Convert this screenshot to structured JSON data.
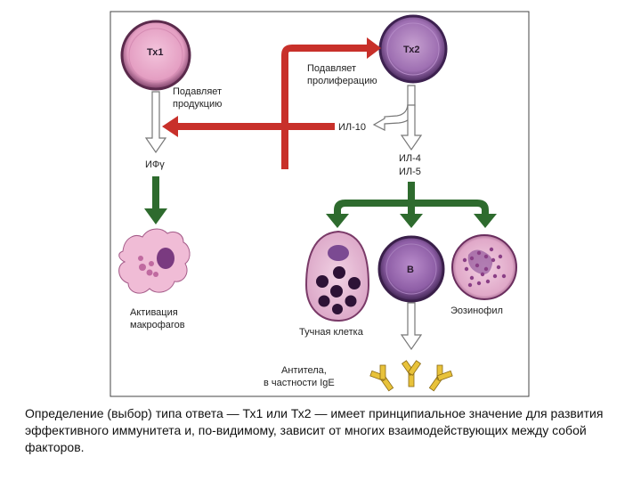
{
  "diagram": {
    "th1": {
      "label": "Тх1"
    },
    "th2": {
      "label": "Тх2"
    },
    "suppress_production": [
      "Подавляет",
      "продукцию"
    ],
    "suppress_proliferation": [
      "Подавляет",
      "пролиферацию"
    ],
    "il10": "ИЛ-10",
    "ifn_gamma": "ИФγ",
    "il4": "ИЛ-4",
    "il5": "ИЛ-5",
    "macrophage_activation": [
      "Активация",
      "макрофагов"
    ],
    "mast_cell": "Тучная клетка",
    "b_cell": "В",
    "eosinophil": "Эозинофил",
    "antibodies": [
      "Антитела,",
      "в частности IgE"
    ],
    "colors": {
      "inhibit_arrow": "#c8302a",
      "activate_arrow": "#2e6b2e",
      "th1_fill": "#e8a6c8",
      "th2_fill": "#a478b4",
      "frame": "#444444"
    }
  },
  "caption": "Определение (выбор) типа ответа — Тх1 или Тх2 — имеет принципиальное значение для развития эффективного иммунитета и, по-видимому, зависит от многих взаимодействующих между собой факторов."
}
